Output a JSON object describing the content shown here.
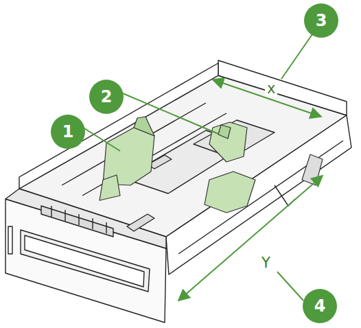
{
  "diagram": {
    "nodes": [
      {
        "text": [
          "1"
        ]
      },
      {
        "text": [
          "2"
        ]
      },
      {
        "text": [
          "3"
        ]
      },
      {
        "text": [
          "4"
        ]
      }
    ],
    "labels": [
      "x",
      "Y"
    ]
  }
}
